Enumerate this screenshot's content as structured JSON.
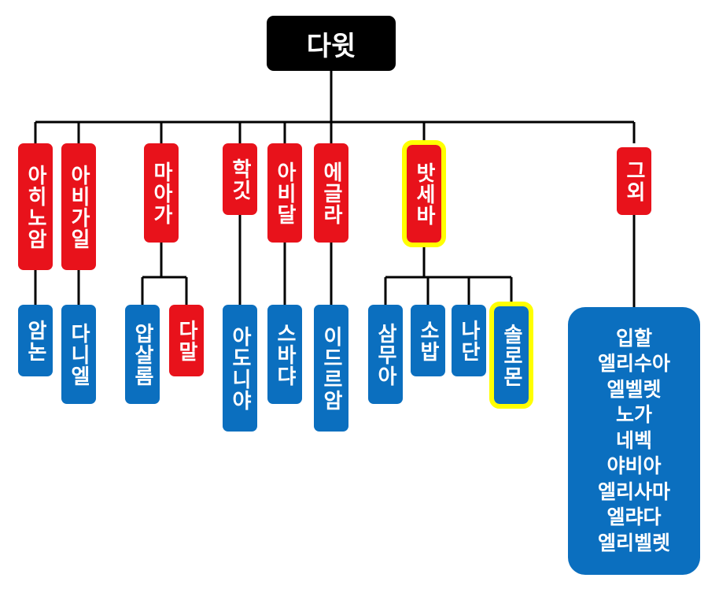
{
  "root": "다윗",
  "red_nodes": {
    "ahinoam": "아히노암",
    "abigail": "아비가일",
    "maacah": "마아가",
    "haggith": "학깃",
    "abital": "아비달",
    "eglah": "에글라",
    "bathsheba": "밧세바",
    "others": "그외"
  },
  "children": {
    "amnon": "암논",
    "daniel": "다니엘",
    "absalom": "압살롬",
    "tamar": "다말",
    "adonijah": "아도니야",
    "shephatiah": "스바댜",
    "ithream": "이드르암",
    "shammua": "삼무아",
    "shobab": "소밥",
    "nathan": "나단",
    "solomon": "솔로몬"
  },
  "others_list": [
    "입할",
    "엘리수아",
    "엘벨렛",
    "노가",
    "네벡",
    "야비아",
    "엘리사마",
    "엘랴다",
    "엘리벨렛"
  ],
  "colors": {
    "red": "#e8121b",
    "blue": "#0b6fbf",
    "black": "#000000",
    "highlight": "#ffff00"
  }
}
